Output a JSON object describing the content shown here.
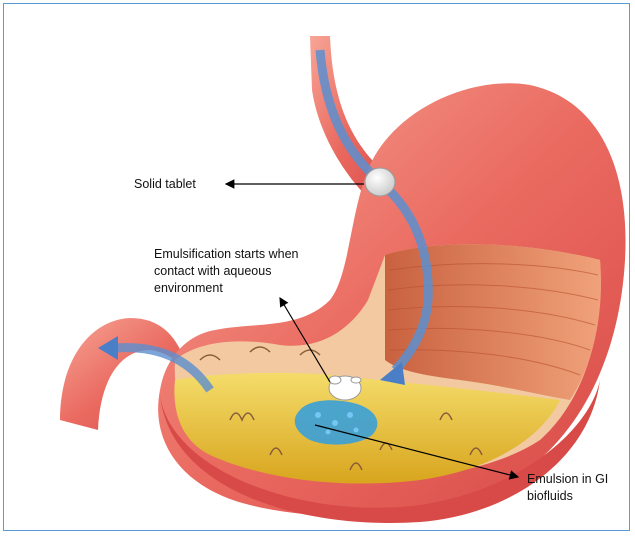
{
  "labels": {
    "solid_tablet": "Solid tablet",
    "emulsification_line1": "Emulsification starts when",
    "emulsification_line2": "contact with aqueous",
    "emulsification_line3": "environment",
    "emulsion_line1": "Emulsion in GI",
    "emulsion_line2": "biofluids"
  },
  "colors": {
    "frame": "#5b9bd5",
    "stomach_wall": "#e8605a",
    "stomach_highlight": "#f59a8c",
    "muscle": "#e07a55",
    "fluid": "#e8c13a",
    "flow_arrow": "#5b8fd0",
    "emulsion": "#3aa0d8",
    "annotation_arrow": "#000000"
  },
  "icons": [
    "tablet-icon",
    "flow-arrow-icon",
    "emulsion-blob-icon"
  ]
}
